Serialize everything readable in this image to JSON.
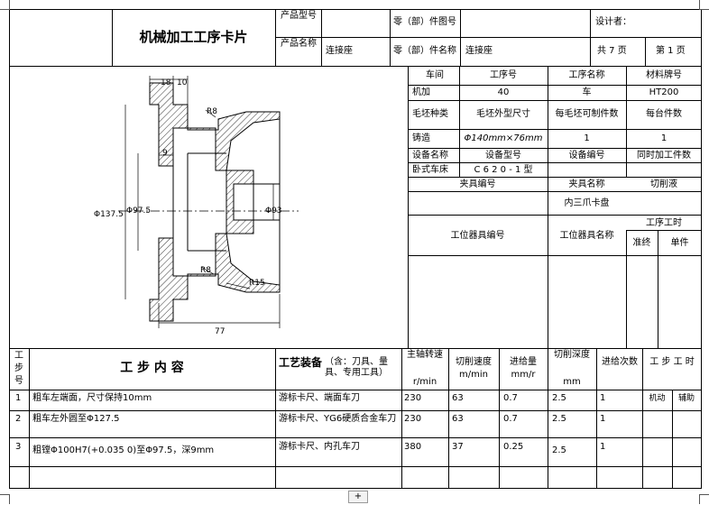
{
  "header": {
    "card_title": "机械加工工序卡片",
    "product_model_label": "产品型号",
    "product_name_label": "产品名称",
    "product_name_value": "连接座",
    "part_drawing_label": "零（部）件图号",
    "part_name_label": "零（部）件名称",
    "part_name_value": "连接座",
    "designer_label": "设计者：",
    "total_pages": "共 7  页",
    "page_no": "第 1 页"
  },
  "info": {
    "workshop_label": "车间",
    "op_no_label": "工序号",
    "op_name_label": "工序名称",
    "material_label": "材料牌号",
    "workshop_value": "机加",
    "op_no_value": "40",
    "op_name_value": "车",
    "material_value": "HT200",
    "blank_type_label": "毛坯种类",
    "blank_size_label": "毛坯外型尺寸",
    "per_blank_label": "每毛坯可制件数",
    "per_unit_label": "每台件数",
    "blank_type_value": "铸造",
    "blank_size_value": "Φ140mm×76mm",
    "per_blank_value": "1",
    "per_unit_value": "1",
    "equip_name_label": "设备名称",
    "equip_model_label": "设备型号",
    "equip_no_label": "设备编号",
    "simul_label": "同时加工件数",
    "equip_name_value": "卧式车床",
    "equip_model_value": "C 6 2 0 - 1 型",
    "fixture_no_label": "夹具编号",
    "fixture_name_label": "夹具名称",
    "coolant_label": "切削液",
    "fixture_name_value": "内三爪卡盘",
    "station_tool_no_label": "工位器具编号",
    "station_tool_name_label": "工位器具名称",
    "op_time_label": "工序工时",
    "prep_label": "准终",
    "unit_label": "单件"
  },
  "drawing": {
    "dims": [
      "18",
      "10",
      "R8",
      "9",
      "Φ137.5",
      "Φ97.5",
      "Φ93",
      "R8",
      "R15",
      "77"
    ]
  },
  "steps": {
    "headers": {
      "step_no": "工步号",
      "content": "工  步  内  容",
      "equip": "工艺装备",
      "equip_sub": "（含：刀具、量具、专用工具）",
      "speed": "主轴转速",
      "speed_unit": "r/min",
      "cut_speed": "切削速度",
      "cut_speed_unit": "m/min",
      "feed": "进给量",
      "feed_unit": "mm/r",
      "depth": "切削深度",
      "depth_unit": "mm",
      "passes": "进给次数",
      "step_time": "工 步 工 时",
      "machine_time": "机动",
      "aux_time": "辅助"
    },
    "rows": [
      {
        "no": "1",
        "content": "粗车左端面，尺寸保持10mm",
        "equip": "游标卡尺、端面车刀",
        "speed": "230",
        "cut": "63",
        "feed": "0.7",
        "depth": "2.5",
        "passes": "1"
      },
      {
        "no": "2",
        "content": "粗车左外圆至Φ127.5",
        "equip": "游标卡尺、YG6硬质合金车刀",
        "speed": "230",
        "cut": "63",
        "feed": "0.7",
        "depth": "2.5",
        "passes": "1"
      },
      {
        "no": "3",
        "content": "粗镗Φ100H7(+0.035 0)至Φ97.5，深9mm",
        "equip": "游标卡尺、内孔车刀",
        "speed": "380",
        "cut": "37",
        "feed": "0.25",
        "depth": "2.5",
        "passes": "1"
      }
    ]
  },
  "footer": {
    "scroll_label": "+"
  }
}
